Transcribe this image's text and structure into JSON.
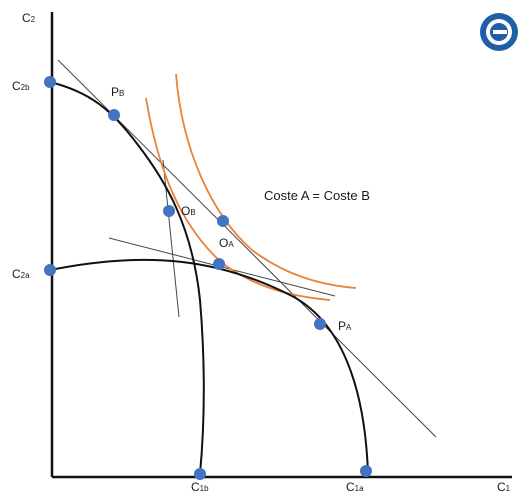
{
  "axes": {
    "y_label": {
      "main": "C",
      "sub": "2"
    },
    "x_label": {
      "main": "C",
      "sub": "1"
    }
  },
  "points": {
    "C2b": {
      "main": "C",
      "sub": "2b"
    },
    "C2a": {
      "main": "C",
      "sub": "2a"
    },
    "C1b": {
      "main": "C",
      "sub": "1b"
    },
    "C1a": {
      "main": "C",
      "sub": "1a"
    },
    "PB": {
      "main": "P",
      "sub": "B"
    },
    "PA": {
      "main": "P",
      "sub": "A"
    },
    "OB": {
      "main": "O",
      "sub": "B"
    },
    "OA": {
      "main": "O",
      "sub": "A"
    }
  },
  "caption": "Coste A = Coste B",
  "colors": {
    "axis": "#111111",
    "frontier": "#111111",
    "tangent": "#444444",
    "indifference": "#e8833a",
    "point": "#4472c4",
    "logo": "#1f5fa8"
  },
  "icons": {
    "logo": "logo-icon"
  }
}
